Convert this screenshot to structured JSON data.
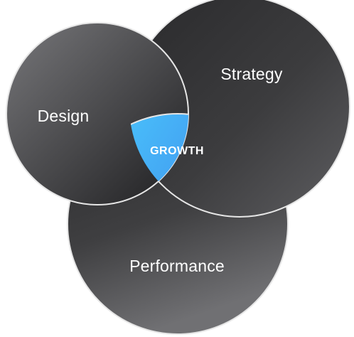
{
  "diagram": {
    "sets": [
      {
        "id": "design",
        "label": "Design"
      },
      {
        "id": "strategy",
        "label": "Strategy"
      },
      {
        "id": "performance",
        "label": "Performance"
      }
    ],
    "intersection": {
      "label": "GROWTH"
    },
    "colors": {
      "circle_light": "#6e6e71",
      "circle_dark": "#1f1f21",
      "outline": "#e6e6e6",
      "center_light": "#47c8ff",
      "center_dark": "#3f7fe8"
    }
  }
}
